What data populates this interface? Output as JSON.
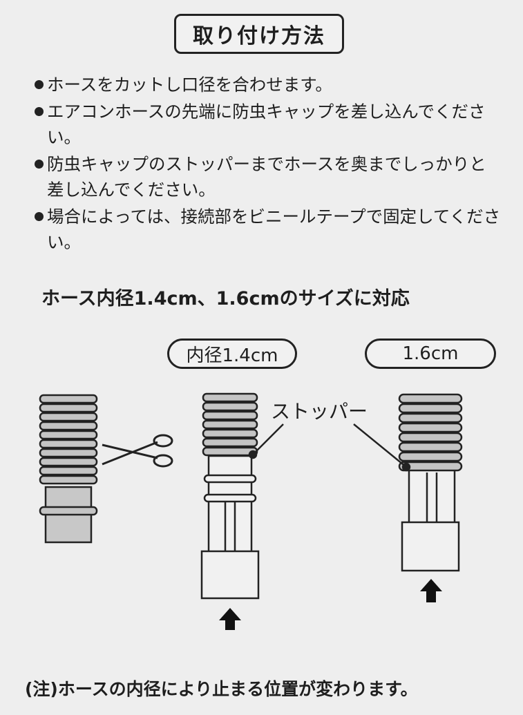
{
  "title": "取り付け方法",
  "instructions": [
    "ホースをカットし口径を合わせます。",
    "エアコンホースの先端に防虫キャップを差し込んでください。",
    "防虫キャップのストッパーまでホースを奥までしっかりと差し込んでください。",
    "場合によっては、接続部をビニールテープで固定してください。"
  ],
  "size_heading": "ホース内径1.4cm、1.6cmのサイズに対応",
  "diagram": {
    "label_14": "内径1.4cm",
    "label_16": "1.6cm",
    "stopper_label": "ストッパー"
  },
  "note": "(注)ホースの内径により止まる位置が変わります。",
  "colors": {
    "ink": "#1e1e1e",
    "paper": "#eeeeee",
    "hose_fill": "#c8c8c8"
  }
}
